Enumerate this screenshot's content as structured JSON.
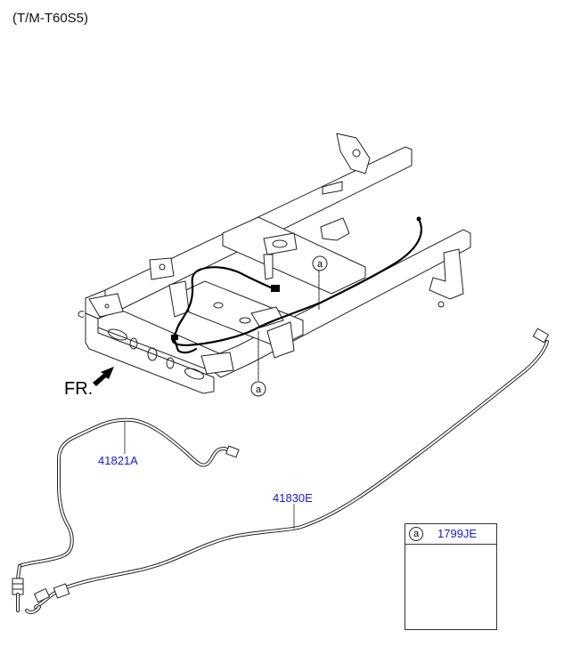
{
  "header": {
    "variant_code": "(T/M-T60S5)"
  },
  "direction": {
    "front_label": "FR."
  },
  "parts": [
    {
      "code": "41821A"
    },
    {
      "code": "41830E"
    }
  ],
  "callouts": [
    {
      "letter": "a"
    },
    {
      "letter": "a"
    }
  ],
  "legend": {
    "callout_letter": "a",
    "part_code": "1799JE"
  },
  "colors": {
    "part_label": "#1a1acc",
    "line": "#222222"
  }
}
